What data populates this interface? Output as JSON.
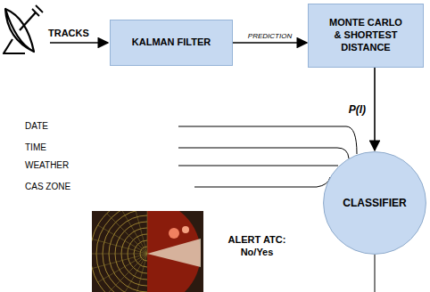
{
  "diagram": {
    "nodes": [
      {
        "text": [
          "KALMAN FILTER"
        ]
      },
      {
        "text": [
          "MONTE CARLO & SHORTEST DISTANCE"
        ]
      },
      {
        "text": [
          "CLASSIFIER"
        ]
      }
    ],
    "edges": [
      {
        "from": 0,
        "to": 1,
        "arrow": "to",
        "label": "PREDICTION"
      },
      {
        "from": 1,
        "to": 2,
        "arrow": "to",
        "label": "P(I)"
      }
    ],
    "labels": [
      "TRACKS",
      "DATE",
      "TIME",
      "WEATHER",
      "CAS ZONE",
      "ALERT ATC: No/Yes"
    ]
  }
}
